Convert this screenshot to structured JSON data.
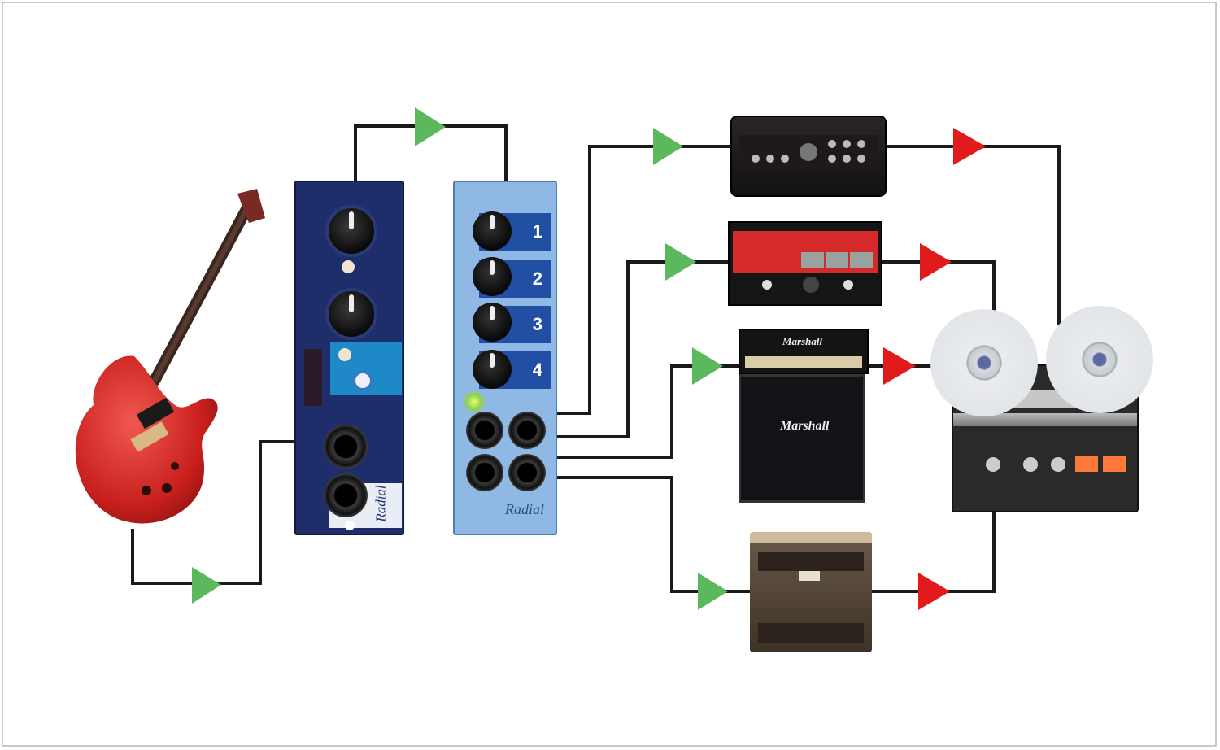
{
  "diagram": {
    "title": "",
    "background": "#ffffff",
    "colors": {
      "wire": "#1a1a1a",
      "input_arrow": "#5cb85c",
      "output_arrow": "#e11b1b",
      "border": "#c9c9c9"
    },
    "nodes": [
      {
        "id": "guitar",
        "label": "Electric Guitar",
        "kind": "source"
      },
      {
        "id": "preamp",
        "label": "Radial",
        "kind": "preamp module"
      },
      {
        "id": "splitter",
        "label": "Radial",
        "kind": "4-way splitter module",
        "channels": [
          "1",
          "2",
          "3",
          "4"
        ]
      },
      {
        "id": "amp1",
        "label": "Amp head 1",
        "kind": "amplifier"
      },
      {
        "id": "amp2",
        "label": "Amp head 2",
        "kind": "amplifier"
      },
      {
        "id": "amp3",
        "label": "Marshall",
        "cab_label": "Marshall",
        "kind": "half stack"
      },
      {
        "id": "amp4",
        "label": "Combo amp",
        "kind": "amplifier"
      },
      {
        "id": "recorder",
        "label": "Reel-to-reel tape recorder",
        "kind": "destination"
      }
    ],
    "edges": [
      {
        "from": "guitar",
        "to": "preamp",
        "arrow": "green"
      },
      {
        "from": "preamp",
        "to": "splitter",
        "arrow": "green"
      },
      {
        "from": "splitter",
        "to": "amp1",
        "arrow": "green"
      },
      {
        "from": "splitter",
        "to": "amp2",
        "arrow": "green"
      },
      {
        "from": "splitter",
        "to": "amp3",
        "arrow": "green"
      },
      {
        "from": "splitter",
        "to": "amp4",
        "arrow": "green"
      },
      {
        "from": "amp1",
        "to": "recorder",
        "arrow": "red"
      },
      {
        "from": "amp2",
        "to": "recorder",
        "arrow": "red"
      },
      {
        "from": "amp3",
        "to": "recorder",
        "arrow": "red"
      },
      {
        "from": "amp4",
        "to": "recorder",
        "arrow": "red"
      }
    ]
  }
}
